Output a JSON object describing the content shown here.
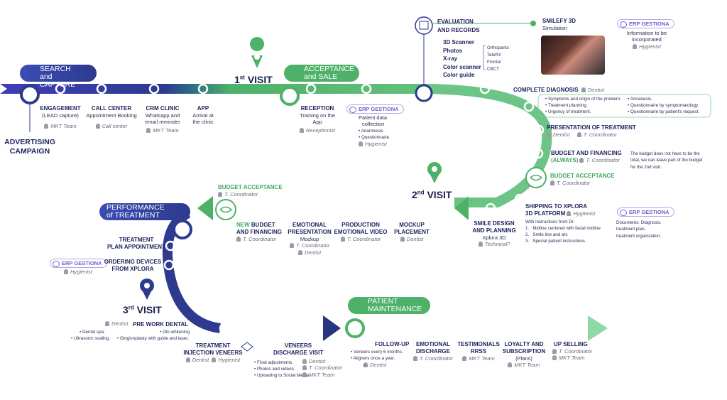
{
  "colors": {
    "blue": "#2d3a8f",
    "green": "#4eb168",
    "erp": "#7a5bd0"
  },
  "pills": {
    "search": [
      "SEARCH",
      "and CAPTURE"
    ],
    "acceptance": [
      "ACCEPTANCE",
      "and SALE"
    ],
    "performance": [
      "PERFORMANCE",
      "of TREATMENT"
    ],
    "maintenance": [
      "PATIENT",
      "MAINTENANCE"
    ]
  },
  "visits": {
    "v1": {
      "num": "1",
      "suf": "st",
      "word": "VISIT"
    },
    "v2": {
      "num": "2",
      "suf": "nd",
      "word": "VISIT"
    },
    "v3": {
      "num": "3",
      "suf": "rd",
      "word": "VISIT"
    }
  },
  "advertising": [
    "ADVERTISING",
    "CAMPAIGN"
  ],
  "erp_label": "ERP GESTIONA",
  "row1": {
    "engagement": {
      "title": "ENGAGEMENT",
      "sub": "(LEAD capture)",
      "who": "MKT Team"
    },
    "callcenter": {
      "title": "CALL CENTER",
      "sub": "Appointment Booking",
      "who": "Call center"
    },
    "crm": {
      "title": "CRM CLINIC",
      "sub1": "Whatsapp and",
      "sub2": "email reminder",
      "who": "MKT Team"
    },
    "app": {
      "title": "APP",
      "sub1": "Arrival at",
      "sub2": "the clinic"
    },
    "reception": {
      "title": "RECEPTION",
      "sub1": "Training on the",
      "sub2": "App",
      "who": "Receptionist"
    },
    "patientdata": {
      "sub1": "Patient data",
      "sub2": "collection",
      "items": [
        "Anamnesis",
        "Questionnaire"
      ],
      "who": "Hygienist"
    },
    "evaluation": {
      "title1": "EVALUATION",
      "title2": "AND RECORDS",
      "items": [
        "3D Scanner",
        "Photos",
        "X-ray",
        "Color scanner",
        "Color guide"
      ],
      "xray": [
        "Orthopanto",
        "TeleRX",
        "Frontal",
        "CBCT"
      ]
    },
    "smilefy": {
      "title": "SMILEFY 3D",
      "sub": "Simulation"
    },
    "erp_info": {
      "l1": "Information to be",
      "l2": "incorporated",
      "who": "Hygienist"
    }
  },
  "right": {
    "diagnosis": {
      "title": "COMPLETE DIAGNOSIS",
      "who": "Dentist",
      "col1": [
        "Symptoms and origin of the problem.",
        "Treatment planning.",
        "Urgency of treatment."
      ],
      "col2": [
        "Annanesis.",
        "Questionnaire by symptomatology.",
        "Questionnaire by patient's request."
      ]
    },
    "presentation": {
      "title": "PRESENTATION OF TREATMENT",
      "who1": "Dentist",
      "who2": "T. Coordinator"
    },
    "budget": {
      "title": "BUDGET AND FINANCING",
      "always": "(ALWAYS)",
      "who": "T. Coordinator",
      "note": [
        "The budget does not have to be the",
        "total, we can leave part of the budget",
        "for the 2nd visit."
      ]
    },
    "budget_acc": {
      "title": "BUDGET ACCEPTANCE",
      "who": "T. Coordinator"
    },
    "shipping": {
      "title1": "SHIPPING TO XPLORA",
      "title2": "3D PLATFORM",
      "who": "Hygienist",
      "intro": "With instructions from Dr.",
      "items": [
        "Midline centered with facial midline",
        "Smile line and arc",
        "Special patient instructions"
      ]
    },
    "erp_docs": [
      "Documents: Diagnosis,",
      "treatment plan,",
      "treatment organization."
    ]
  },
  "row2": {
    "budget_acc_left": {
      "title": "BUDGET ACCEPTANCE",
      "who": "T. Coordinator"
    },
    "newbudget": {
      "t1": "NEW",
      "t2": " BUDGET",
      "t3": "AND FINANCING",
      "who": "T. Coordinator"
    },
    "emotional": {
      "t1": "EMOTIONAL",
      "t2": "PRESENTATION",
      "t3": "Mockup",
      "who1": "T. Coordinator",
      "who2": "Dentist"
    },
    "production": {
      "t1": "PRODUCTION",
      "t2": "EMOTIONAL VIDEO",
      "who": "T. Coordinator"
    },
    "mockup": {
      "t1": "MOCKUP",
      "t2": "PLACEMENT",
      "who": "Dentist"
    },
    "smiledesign": {
      "t1": "SMILE DESIGN",
      "t2": "AND PLANNING",
      "t3": "Xplora 3D",
      "who": "Technical?"
    }
  },
  "left": {
    "treatment_appt": {
      "t1": "TREATMENT",
      "t2": "PLAN APPOINTMENT"
    },
    "ordering": {
      "t1": "ORDERING DEVICES",
      "t2": "FROM XPLORA"
    },
    "erp_who": "Hygienist"
  },
  "row3": {
    "prework": {
      "who": "Dentist",
      "title": "PRE WORK DENTAL",
      "items_l": [
        "Dental spa.",
        "Ultrasonic scaling."
      ],
      "items_r": [
        "Glo whitening.",
        "Gingivoplasty with guide and laser."
      ]
    },
    "injection": {
      "t1": "TREATMENT",
      "t2": "INJECTION VENEERS",
      "who1": "Dentist",
      "who2": "Hygienist"
    },
    "veneers": {
      "t1": "VENEERS",
      "t2": "DISCHARGE VISIT",
      "items": [
        "Final adjustments.",
        "Photos and videos.",
        "Uploading to Social Media."
      ],
      "who1": "Dentist",
      "who2": "T. Coordinator",
      "who3": "MKT Team"
    },
    "followup": {
      "t": "FOLLOW-UP",
      "items": [
        "Veneers every 6 months.",
        "Aligners once a year."
      ],
      "who": "Dentist"
    },
    "emodischarge": {
      "t1": "EMOTIONAL",
      "t2": "DISCHARGE",
      "who": "T. Coordinator"
    },
    "testimonials": {
      "t1": "TESTIMONIALS",
      "t2": "RRSS",
      "who": "MKT Team"
    },
    "loyalty": {
      "t1": "LOYALTY AND",
      "t2": "SUBSCRIPTION",
      "t3": "(Plans)",
      "who": "MKT Team"
    },
    "upselling": {
      "t": "UP SELLING",
      "who1": "T. Coordinator",
      "who2": "MKT Team"
    }
  }
}
